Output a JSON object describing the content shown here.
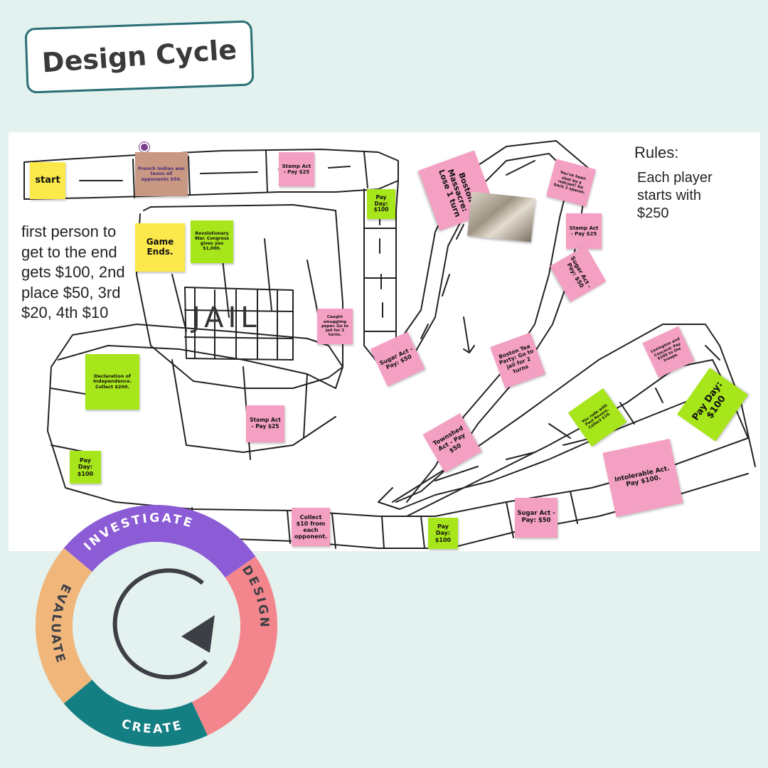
{
  "header": {
    "title": "Design Cycle"
  },
  "board": {
    "rules_title": "Rules:",
    "rules_text": "Each player starts with $250",
    "winner_text": "first person to get to the end gets $100, 2nd place $50, 3rd $20, 4th $10",
    "jail_label": "JAIL",
    "notes": {
      "start": "start",
      "french_indian": "French Indian war taxes all opponents $50.",
      "stamp_act_top": "Stamp Act - Pay $25",
      "pay_day_top": "Pay Day: $100",
      "boston_massacre": "Boston Massacre: Lose 1 turn",
      "shot_redcoat": "You've been shot by a redcoat! Go back 2 spaces.",
      "stamp_act_right": "Stamp Act - Pay $25",
      "sugar_act_right": "Sugar Act - Pay: $50",
      "game_ends": "Game Ends.",
      "revolutionary_war": "Revolutionary War. Congress gives you $1,000.",
      "caught_smuggling": "Caught smuggling paper. Go to Jail for 2 turns.",
      "sugar_act_mid": "Sugar Act - Pay: $50",
      "boston_tea_party": "Boston Tea Party: Go to jail for 2 turns",
      "lexington_concord": "Lexington and Concord: Pay $100 to the troops.",
      "pay_day_big": "Pay Day: $100",
      "declaration": "Declaration of Independence. Collect $200.",
      "stamp_act_low": "Stamp Act - Pay $25",
      "rode_revere": "You rode with Paul Revere. Collect $10.",
      "townshend": "Townshed Act - Pay $50",
      "intolerable": "Intolerable Act. Pay $100.",
      "pay_day_left": "Pay Day: $100",
      "collect_10": "Collect $10 from each opponent.",
      "pay_day_bottom": "Pay Day: $100",
      "sugar_act_bottom": "Sugar Act - Pay: $50"
    }
  },
  "cycle": {
    "segments": [
      "INVESTIGATE",
      "DESIGN",
      "CREATE",
      "EVALUATE"
    ],
    "colors": [
      "#8b5cd6",
      "#f3868c",
      "#147f83",
      "#f0b67a"
    ]
  }
}
